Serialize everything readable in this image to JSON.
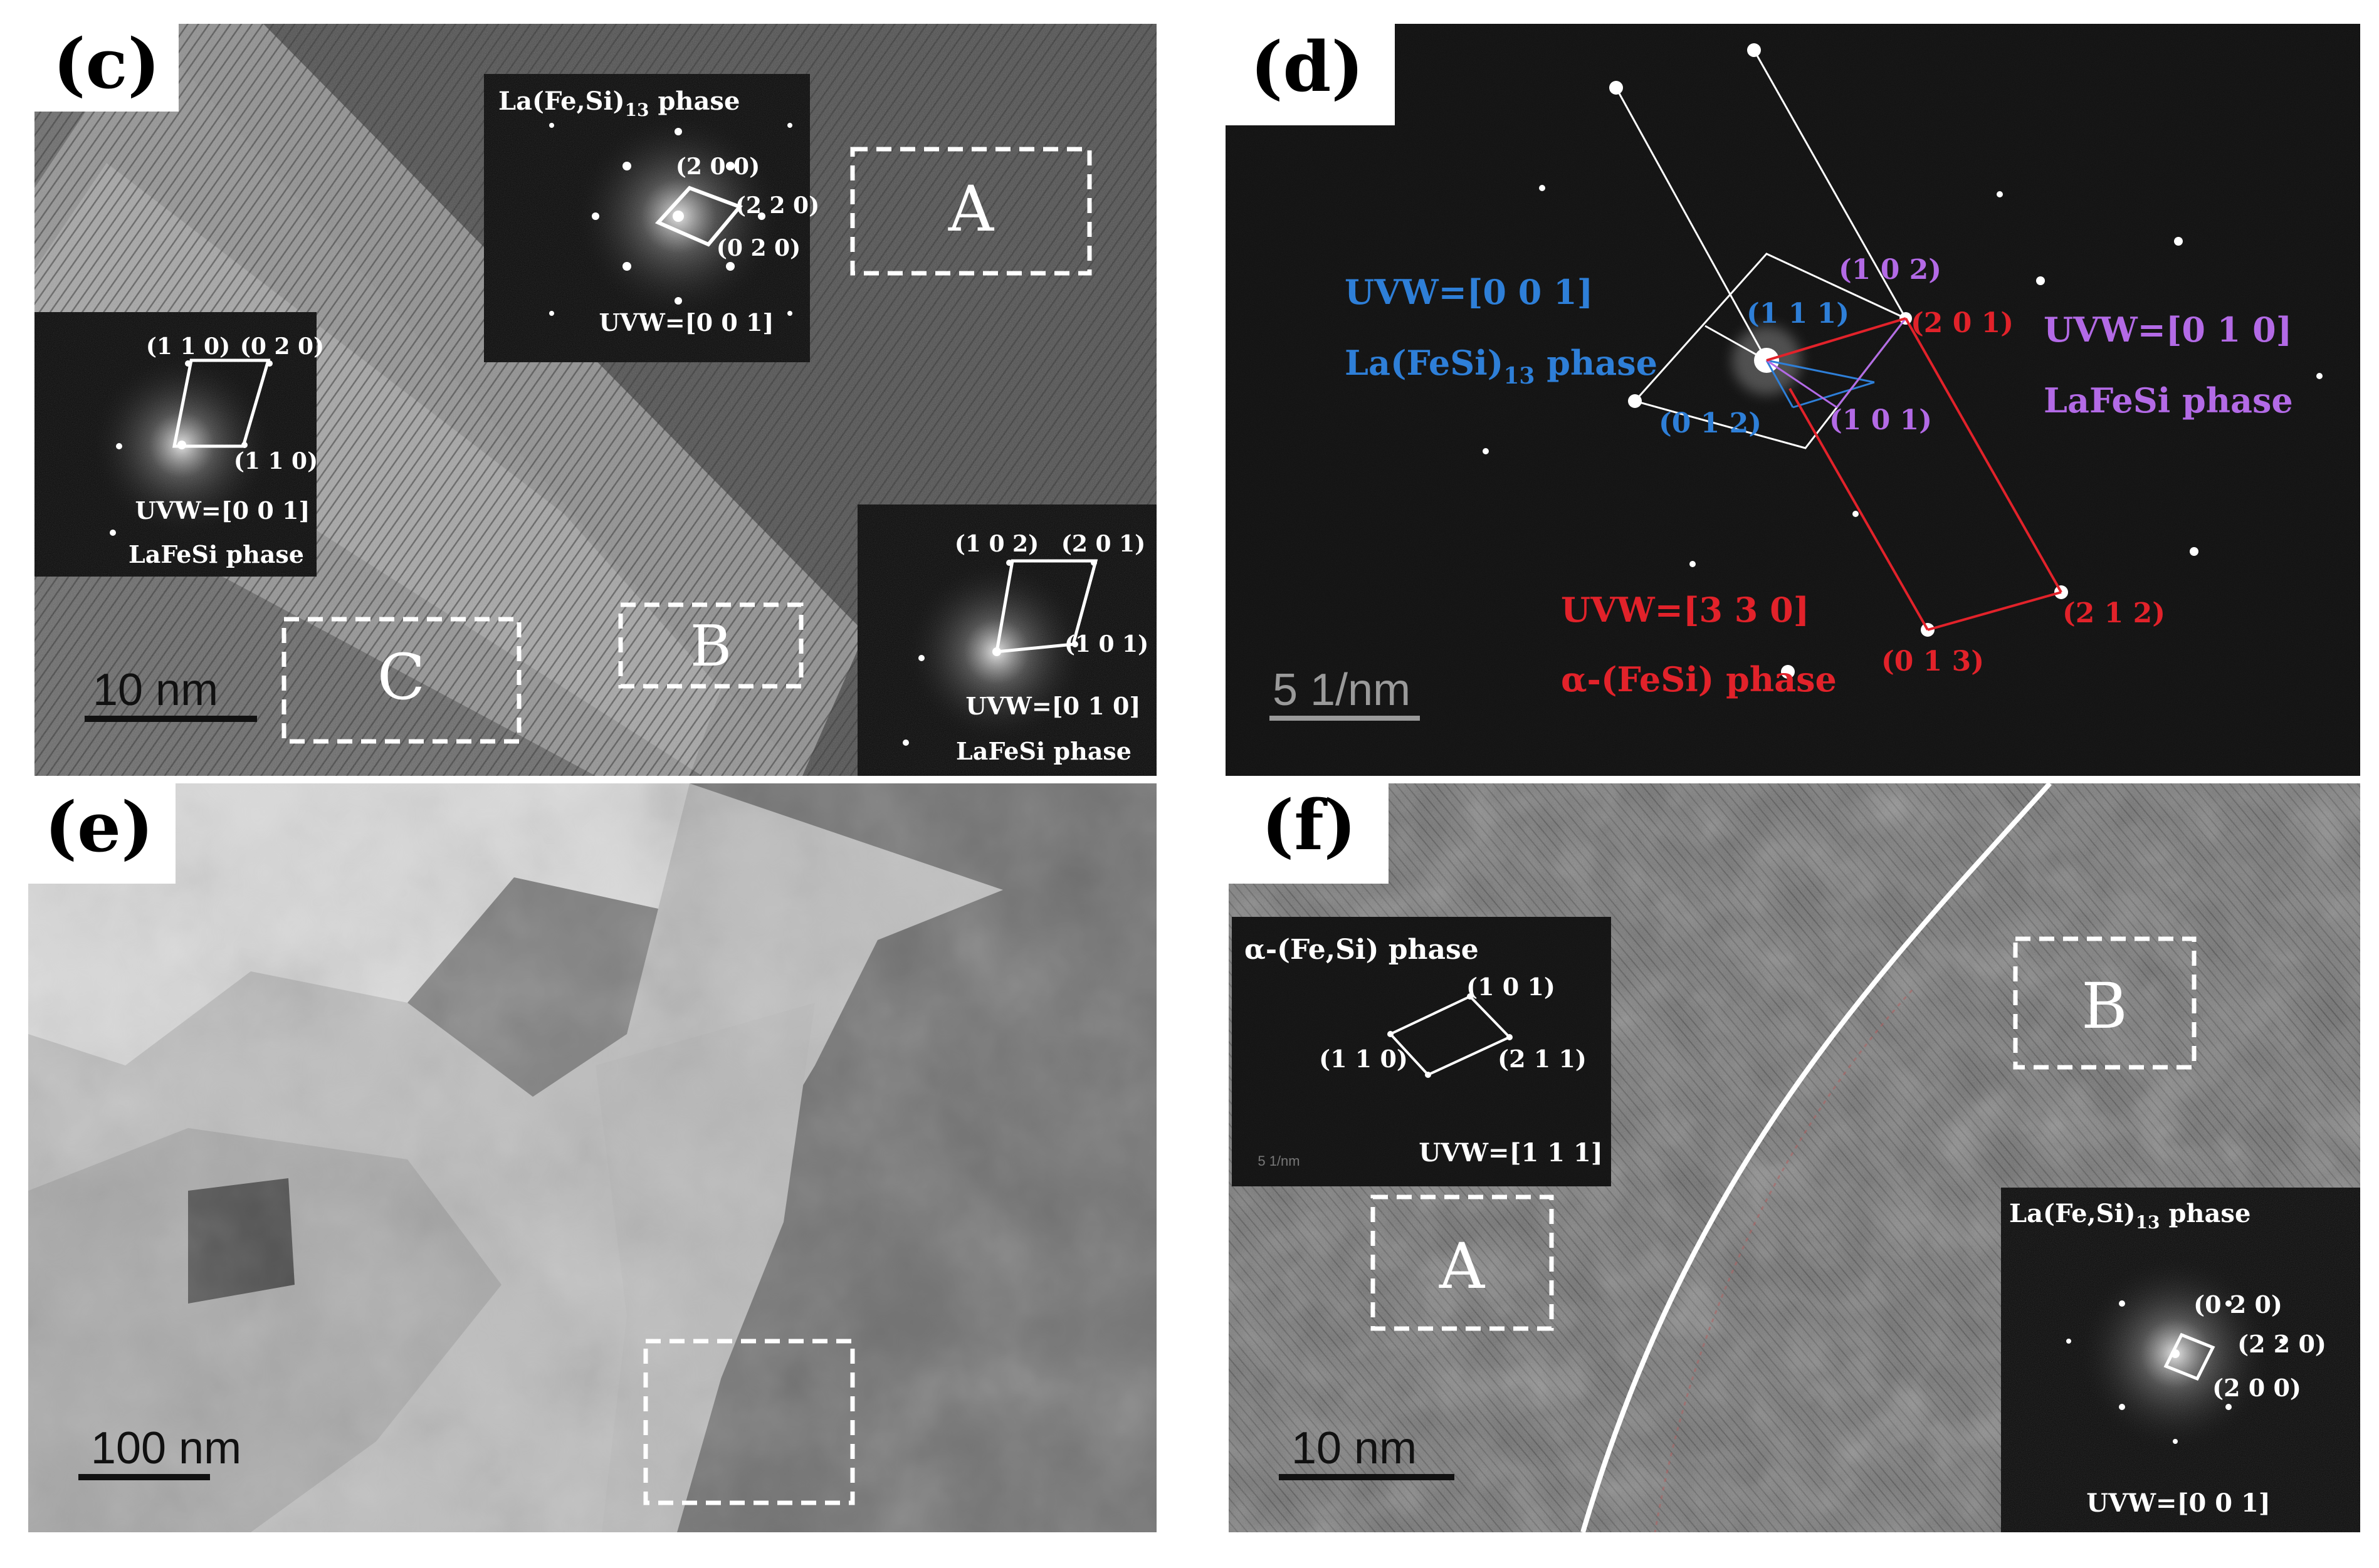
{
  "panels": {
    "c": {
      "label": "(c)",
      "scale_bar": "10 nm",
      "regions": [
        "A",
        "B",
        "C"
      ],
      "insets": [
        {
          "title": "La(Fe,Si)",
          "title_sub": "13",
          "title_end": " phase",
          "spots": [
            "(2 0 0)",
            "(2 2 0)",
            "(0 2 0)"
          ],
          "uvw": "UVW=[0 0 1]"
        },
        {
          "spots": [
            "(1 1 0)",
            "(0 2 0)",
            "(1 1 0)"
          ],
          "uvw": "UVW=[0 0 1]",
          "phase": "LaFeSi phase"
        },
        {
          "spots": [
            "(1 0 2)",
            "(2 0 1)",
            "(1 0 1)"
          ],
          "uvw": "UVW=[0 1 0]",
          "phase": "LaFeSi phase"
        }
      ]
    },
    "d": {
      "label": "(d)",
      "scale_bar": "5 1/nm",
      "blue": {
        "uvw": "UVW=[0 0 1]",
        "phase": "La(FeSi)",
        "phase_sub": "13",
        "phase_end": " phase",
        "spots": [
          "(1 1 1)",
          "(0 1 2)"
        ]
      },
      "purple": {
        "uvw": "UVW=[0 1 0]",
        "phase": "LaFeSi phase",
        "spots": [
          "(1 0 2)",
          "(1 0 1)"
        ]
      },
      "red": {
        "uvw": "UVW=[3 3 0]",
        "phase": "α-(FeSi) phase",
        "spots": [
          "(2 0 1)",
          "(2 1 2)",
          "(0 1 3)"
        ]
      },
      "colors": {
        "blue": "#2e7fd8",
        "purple": "#b36ae6",
        "red": "#e2222a"
      }
    },
    "e": {
      "label": "(e)",
      "scale_bar": "100 nm"
    },
    "f": {
      "label": "(f)",
      "scale_bar": "10 nm",
      "regions": [
        "A",
        "B"
      ],
      "insets": [
        {
          "title": "α-(Fe,Si) phase",
          "spots": [
            "(1 0 1)",
            "(1 1 0)",
            "(2 1 1)"
          ],
          "uvw": "UVW=[1 1 1]",
          "scale": "5 1/nm"
        },
        {
          "title": "La(Fe,Si)",
          "title_sub": "13",
          "title_end": " phase",
          "spots": [
            "(0 2 0)",
            "(2 2 0)",
            "(2 0 0)"
          ],
          "uvw": "UVW=[0 0 1]"
        }
      ]
    }
  }
}
